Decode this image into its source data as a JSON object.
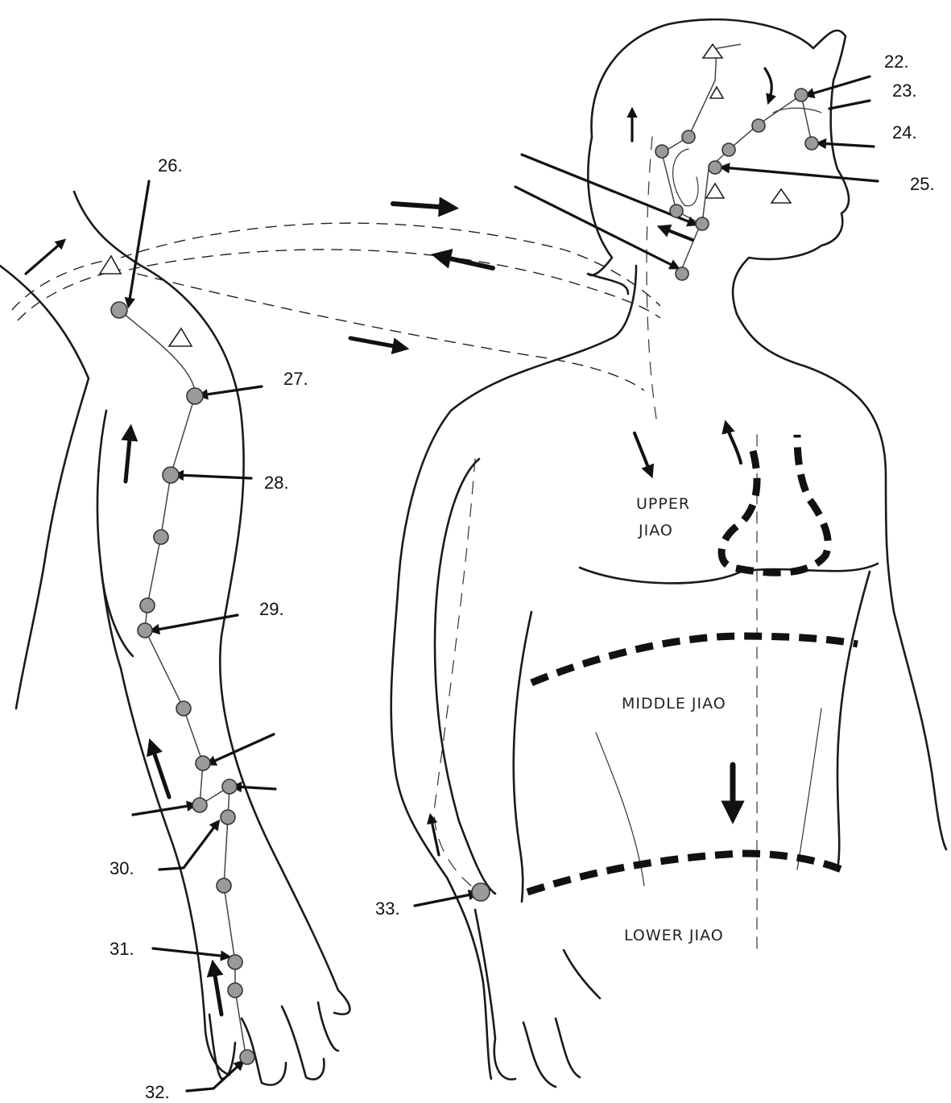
{
  "points_left": [
    {
      "label": "26."
    },
    {
      "label": "27."
    },
    {
      "label": "28."
    },
    {
      "label": "29."
    },
    {
      "label": "30."
    },
    {
      "label": "31."
    },
    {
      "label": "32."
    }
  ],
  "points_head": [
    {
      "label": "22."
    },
    {
      "label": "23."
    },
    {
      "label": "24."
    },
    {
      "label": "25."
    }
  ],
  "points_torso": [
    {
      "label": "33."
    }
  ],
  "regions": {
    "upper_line1": "UPPER",
    "upper_line2": "JIAO",
    "middle": "MIDDLE JIAO",
    "lower": "LOWER JIAO"
  },
  "colors": {
    "ink": "#111111",
    "point_fill": "#9a9a9a",
    "paper": "#ffffff"
  }
}
